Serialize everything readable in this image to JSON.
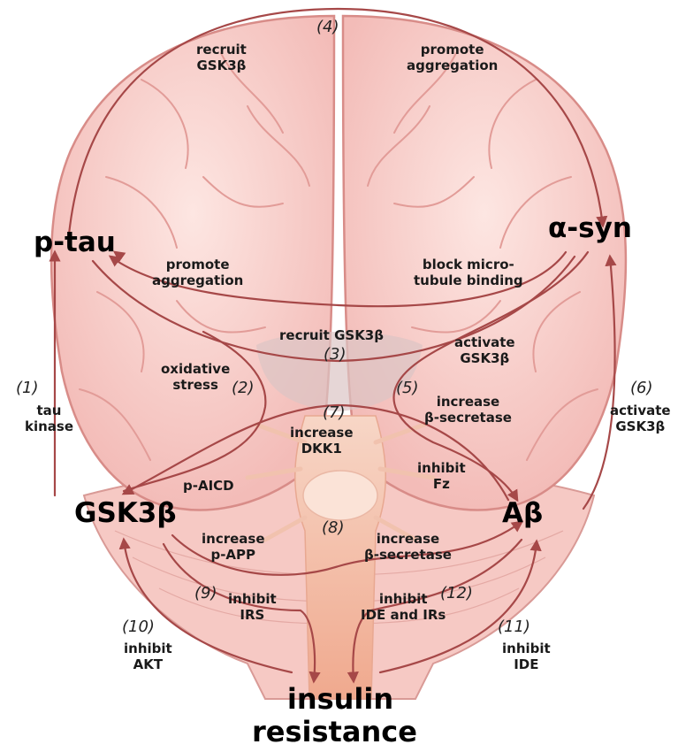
{
  "nodes": {
    "ptau": "p-tau",
    "asyn": "α-syn",
    "gsk3b": "GSK3β",
    "abeta": "Aβ",
    "insulin_line1": "insulin",
    "insulin_line2": "resistance"
  },
  "numbers": {
    "n1": "(1)",
    "n2": "(2)",
    "n3": "(3)",
    "n4": "(4)",
    "n5": "(5)",
    "n6": "(6)",
    "n7": "(7)",
    "n8": "(8)",
    "n9": "(9)",
    "n10": "(10)",
    "n11": "(11)",
    "n12": "(12)"
  },
  "labels": {
    "recruit_gsk_top": [
      "recruit",
      "GSK3β"
    ],
    "promote_agg_top": [
      "promote",
      "aggregation"
    ],
    "promote_agg_mid": [
      "promote",
      "aggregation"
    ],
    "block_micro": [
      "block micro-",
      "tubule binding"
    ],
    "recruit_gsk_mid": [
      "recruit GSK3β"
    ],
    "activate_gsk_mid": [
      "activate",
      "GSK3β"
    ],
    "oxidative": [
      "oxidative",
      "stress"
    ],
    "tau_kinase": [
      "tau",
      "kinase"
    ],
    "activate_gsk_right": [
      "activate",
      "GSK3β"
    ],
    "increase_bsec_5": [
      "increase",
      "β-secretase"
    ],
    "increase_dkk1": [
      "increase",
      "DKK1"
    ],
    "inhibit_fz": [
      "inhibit",
      "Fz"
    ],
    "p_aicd": [
      "p-AICD"
    ],
    "increase_papp": [
      "increase",
      "p-APP"
    ],
    "increase_bsec_8": [
      "increase",
      "β-secretase"
    ],
    "inhibit_irs": [
      "inhibit",
      "IRS"
    ],
    "inhibit_ide_irs": [
      "inhibit",
      "IDE and IRs"
    ],
    "inhibit_akt": [
      "inhibit",
      "AKT"
    ],
    "inhibit_ide": [
      "inhibit",
      "IDE"
    ]
  },
  "colors": {
    "arrow": "#a64848",
    "brain_fill": "#f8d0cc",
    "brain_line": "#d88c88",
    "stem": "#f2b8a4",
    "text": "#1a1a1a"
  }
}
